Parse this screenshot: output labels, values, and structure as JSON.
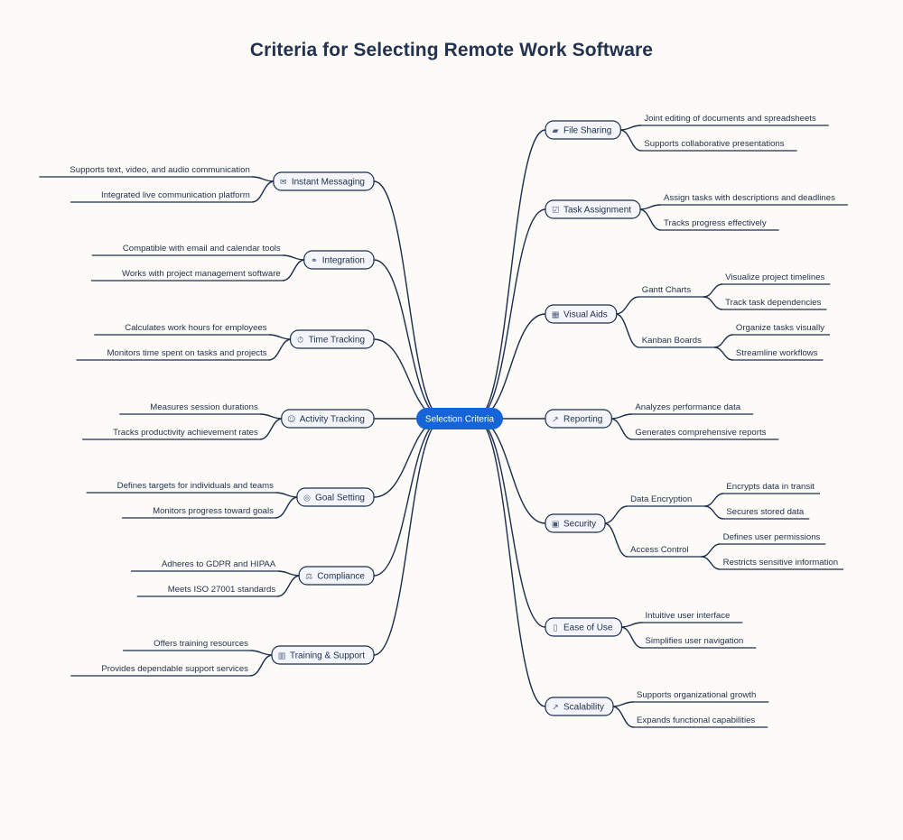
{
  "title": "Criteria for Selecting Remote Work Software",
  "root": "Selection Criteria",
  "colors": {
    "edge": "#1c2c4c",
    "root": "#1565d8",
    "node_fill": "#f3f5fa",
    "background": "#fcfbf8"
  },
  "left": [
    {
      "label": "Instant Messaging",
      "icon": "envelope-icon",
      "glyph": "✉",
      "children": [
        {
          "label": "Supports text, video, and audio communication"
        },
        {
          "label": "Integrated live communication platform"
        }
      ]
    },
    {
      "label": "Integration",
      "icon": "link-icon",
      "glyph": "⚭",
      "children": [
        {
          "label": "Compatible with email and calendar tools"
        },
        {
          "label": "Works with project management software"
        }
      ]
    },
    {
      "label": "Time Tracking",
      "icon": "stopwatch-icon",
      "glyph": "⏱",
      "children": [
        {
          "label": "Calculates work hours for employees"
        },
        {
          "label": "Monitors time spent on tasks and projects"
        }
      ]
    },
    {
      "label": "Activity Tracking",
      "icon": "person-icon",
      "glyph": "☺",
      "children": [
        {
          "label": "Measures session durations"
        },
        {
          "label": "Tracks productivity achievement rates"
        }
      ]
    },
    {
      "label": "Goal Setting",
      "icon": "target-icon",
      "glyph": "◎",
      "children": [
        {
          "label": "Defines targets for individuals and teams"
        },
        {
          "label": "Monitors progress toward goals"
        }
      ]
    },
    {
      "label": "Compliance",
      "icon": "scales-icon",
      "glyph": "⚖",
      "children": [
        {
          "label": "Adheres to GDPR and HIPAA"
        },
        {
          "label": "Meets ISO 27001 standards"
        }
      ]
    },
    {
      "label": "Training & Support",
      "icon": "books-icon",
      "glyph": "▥",
      "children": [
        {
          "label": "Offers training resources"
        },
        {
          "label": "Provides dependable support services"
        }
      ]
    }
  ],
  "right": [
    {
      "label": "File Sharing",
      "icon": "folder-icon",
      "glyph": "▰",
      "children": [
        {
          "label": "Joint editing of documents and spreadsheets"
        },
        {
          "label": "Supports collaborative presentations"
        }
      ]
    },
    {
      "label": "Task Assignment",
      "icon": "checkbox-icon",
      "glyph": "☑",
      "children": [
        {
          "label": "Assign tasks with descriptions and deadlines"
        },
        {
          "label": "Tracks progress effectively"
        }
      ]
    },
    {
      "label": "Visual Aids",
      "icon": "bar-chart-icon",
      "glyph": "▦",
      "children": [
        {
          "label": "Gantt Charts",
          "children": [
            {
              "label": "Visualize project timelines"
            },
            {
              "label": "Track task dependencies"
            }
          ]
        },
        {
          "label": "Kanban Boards",
          "children": [
            {
              "label": "Organize tasks visually"
            },
            {
              "label": "Streamline workflows"
            }
          ]
        }
      ]
    },
    {
      "label": "Reporting",
      "icon": "trend-chart-icon",
      "glyph": "↗",
      "children": [
        {
          "label": "Analyzes performance data"
        },
        {
          "label": "Generates comprehensive reports"
        }
      ]
    },
    {
      "label": "Security",
      "icon": "lock-icon",
      "glyph": "▣",
      "children": [
        {
          "label": "Data Encryption",
          "children": [
            {
              "label": "Encrypts data in transit"
            },
            {
              "label": "Secures stored data"
            }
          ]
        },
        {
          "label": "Access Control",
          "children": [
            {
              "label": "Defines user permissions"
            },
            {
              "label": "Restricts sensitive information"
            }
          ]
        }
      ]
    },
    {
      "label": "Ease of Use",
      "icon": "phone-icon",
      "glyph": "▯",
      "children": [
        {
          "label": "Intuitive user interface"
        },
        {
          "label": "Simplifies user navigation"
        }
      ]
    },
    {
      "label": "Scalability",
      "icon": "growth-chart-icon",
      "glyph": "↗",
      "children": [
        {
          "label": "Supports organizational growth"
        },
        {
          "label": "Expands functional capabilities"
        }
      ]
    }
  ]
}
